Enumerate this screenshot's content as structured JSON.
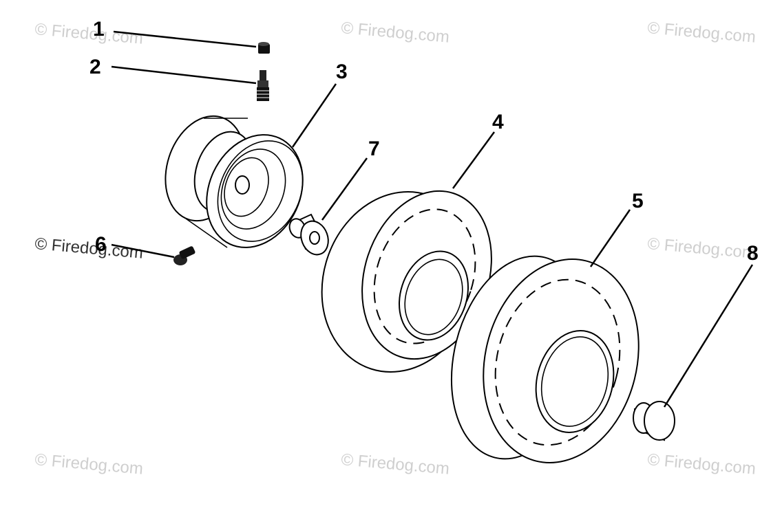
{
  "watermark": "© Firedog.com",
  "callouts": {
    "c1": "1",
    "c2": "2",
    "c3": "3",
    "c4": "4",
    "c5": "5",
    "c6": "6",
    "c7": "7",
    "c8": "8"
  },
  "colors": {
    "line": "#000000",
    "background": "#ffffff",
    "watermark": "#cfcfcf"
  }
}
